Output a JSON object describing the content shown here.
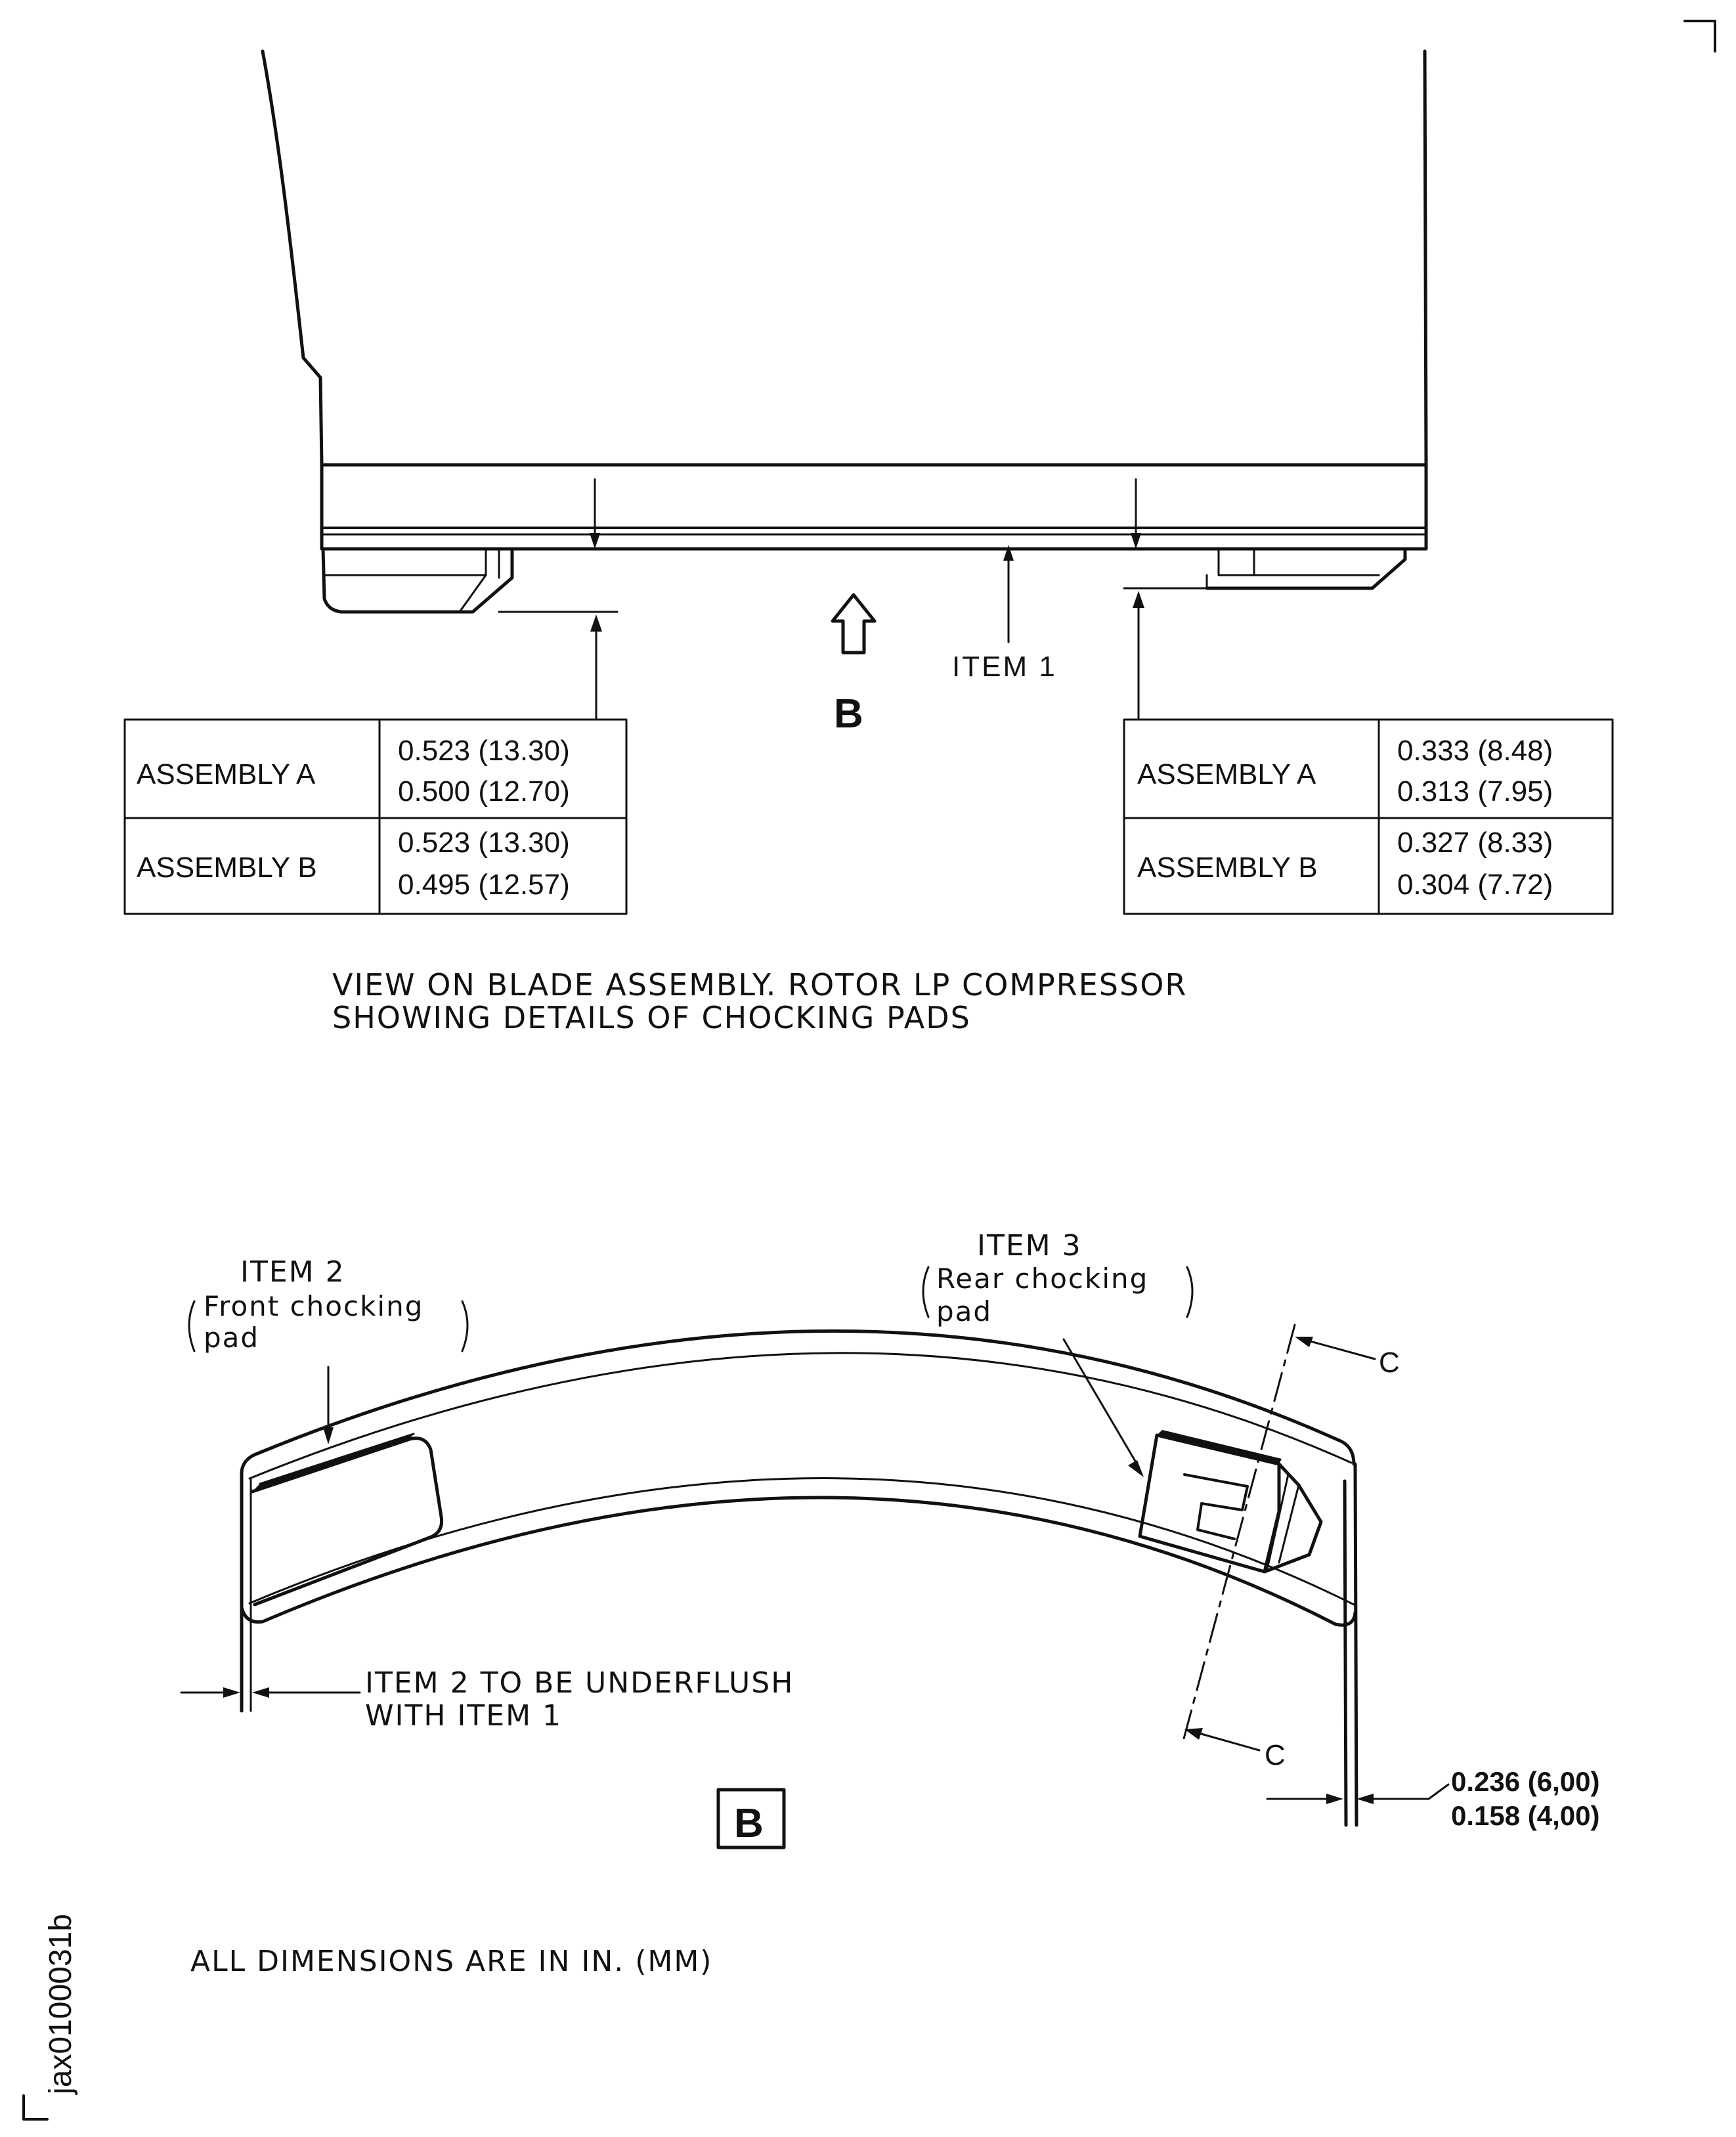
{
  "top_view": {
    "item1_label": "ITEM 1",
    "view_letter": "B",
    "caption_line1": "VIEW ON BLADE ASSEMBLY. ROTOR LP COMPRESSOR",
    "caption_line2": "SHOWING DETAILS OF CHOCKING PADS"
  },
  "table_left": {
    "rows": [
      {
        "assembly": "ASSEMBLY A",
        "max": "0.523 (13.30)",
        "min": "0.500 (12.70)"
      },
      {
        "assembly": "ASSEMBLY B",
        "max": "0.523 (13.30)",
        "min": "0.495 (12.57)"
      }
    ]
  },
  "table_right": {
    "rows": [
      {
        "assembly": "ASSEMBLY A",
        "max": "0.333 (8.48)",
        "min": "0.313 (7.95)"
      },
      {
        "assembly": "ASSEMBLY B",
        "max": "0.327 (8.33)",
        "min": "0.304 (7.72)"
      }
    ]
  },
  "view_b": {
    "item2_title": "ITEM 2",
    "item2_desc_line1": "Front chocking",
    "item2_desc_line2": "pad",
    "item3_title": "ITEM 3",
    "item3_desc_line1": "Rear chocking",
    "item3_desc_line2": "pad",
    "section_upper": "C",
    "section_lower": "C",
    "underflush_line1": "ITEM 2 TO BE UNDERFLUSH",
    "underflush_line2": "WITH ITEM 1",
    "tol_max": "0.236 (6,00)",
    "tol_min": "0.158 (4,00)",
    "view_box_letter": "B"
  },
  "footer": {
    "units_note": "ALL DIMENSIONS ARE IN IN. (MM)",
    "figure_id": "jax0100031b"
  }
}
